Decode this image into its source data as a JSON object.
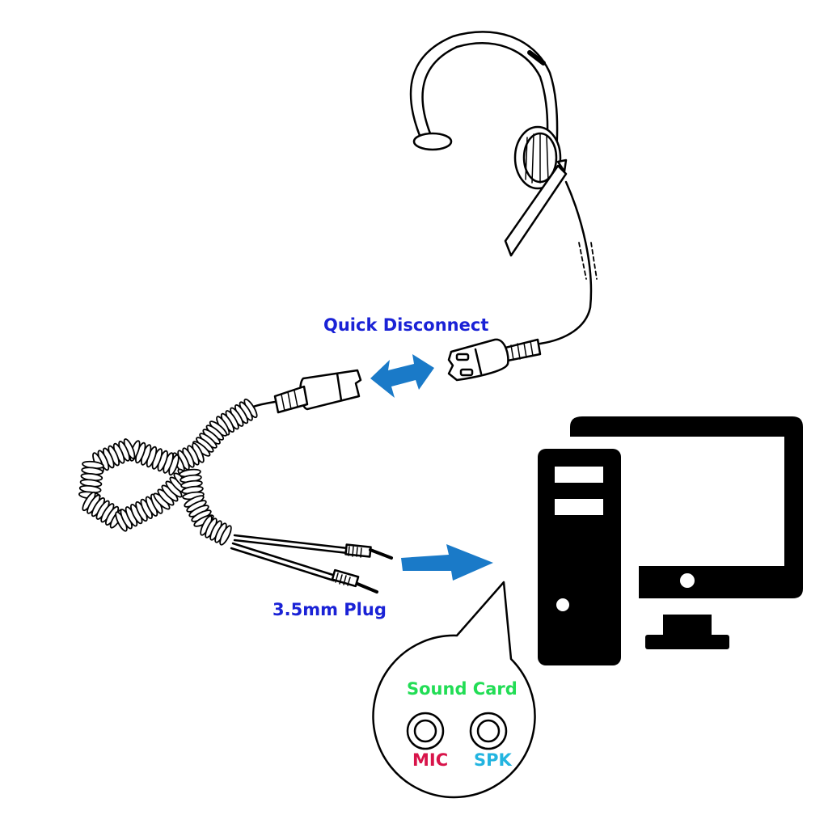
{
  "labels": {
    "quick_disconnect": "Quick Disconnect",
    "plug": "3.5mm Plug",
    "sound_card": "Sound Card",
    "mic": "MIC",
    "spk": "SPK"
  },
  "colors": {
    "label_blue": "#1a22d6",
    "arrow_blue": "#1a7ac8",
    "sound_card_green": "#22dd55",
    "mic_red": "#d8144a",
    "spk_cyan": "#22b4e0",
    "computer_black": "#000000"
  },
  "icons": [
    "headset-icon",
    "coiled-cord-icon",
    "qd-connector-icon",
    "double-arrow-icon",
    "right-arrow-icon",
    "computer-tower-icon",
    "monitor-icon",
    "audio-jack-icon"
  ]
}
